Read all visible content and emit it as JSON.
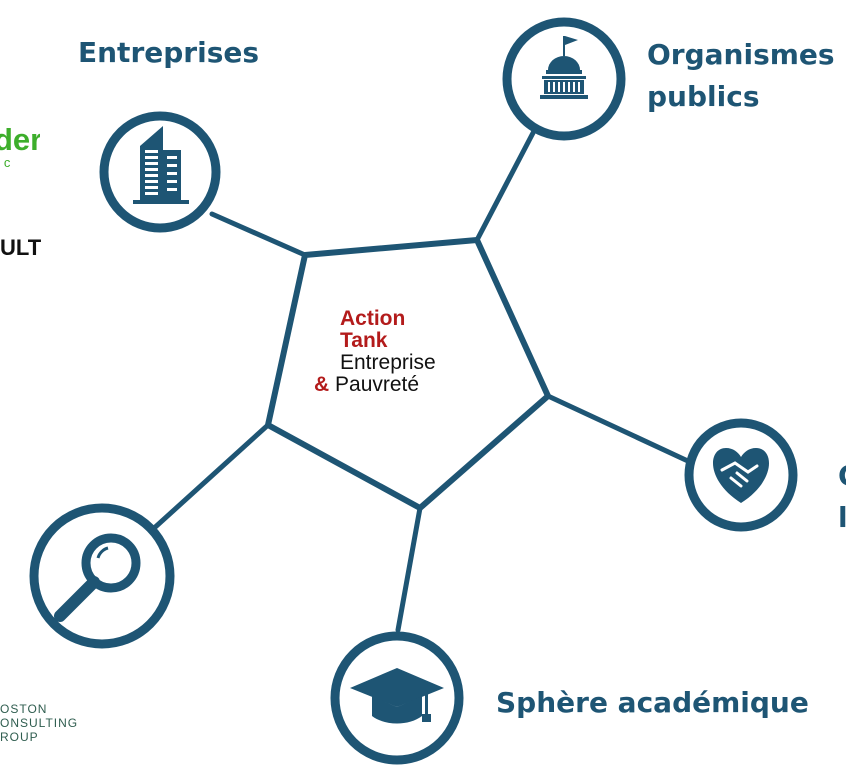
{
  "hub": {
    "line1": "Action",
    "line2": "Tank",
    "line3": "Entreprise",
    "line4_amp": "&",
    "line4_rest": "Pauvreté"
  },
  "nodes": {
    "entreprises": "Entreprises",
    "organismes_1": "Organismes",
    "organismes_2": "publics",
    "academique": "Sphère académique",
    "right_cut_1": "C",
    "right_cut_2": "l"
  },
  "logos": {
    "schneider_1": "der",
    "schneider_2": "ic",
    "renault": "ULT",
    "bcg_1": "OSTON",
    "bcg_2": "ONSULTING",
    "bcg_3": "ROUP"
  },
  "colors": {
    "primary": "#1e5574",
    "circle_fill": "#ffffff",
    "accent_red": "#b31b1b"
  },
  "icons": [
    "building-icon",
    "capitol-icon",
    "handshake-heart-icon",
    "graduation-cap-icon",
    "magnifier-icon"
  ]
}
